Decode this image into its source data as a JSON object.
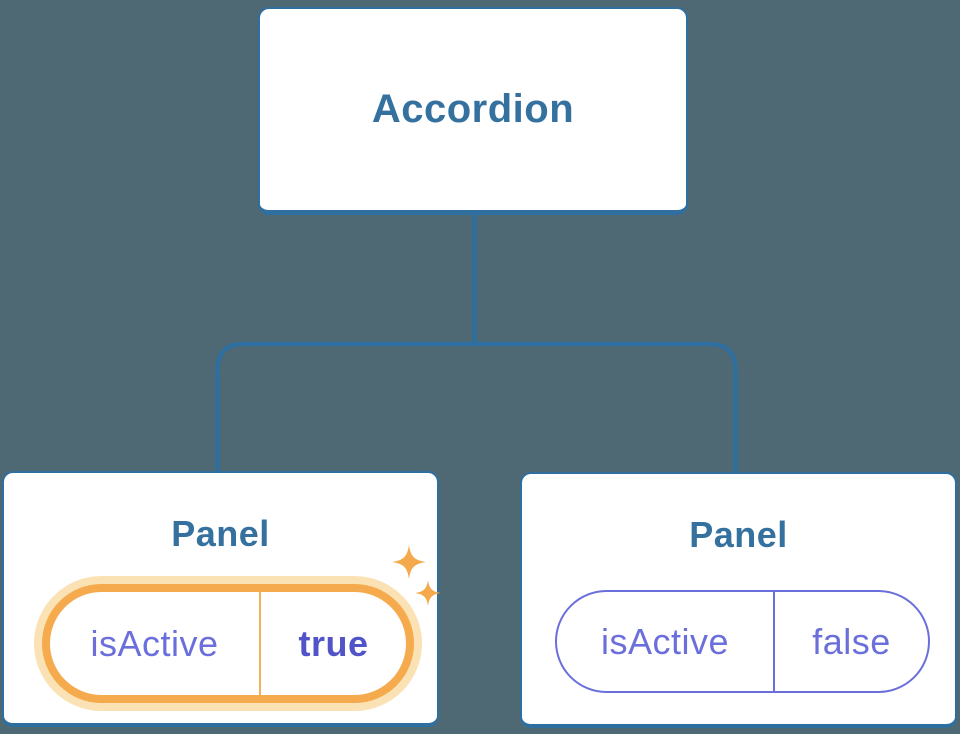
{
  "diagram": {
    "root_node": {
      "label": "Accordion"
    },
    "panels": [
      {
        "label": "Panel",
        "prop_name": "isActive",
        "prop_value": "true",
        "highlighted": true
      },
      {
        "label": "Panel",
        "prop_name": "isActive",
        "prop_value": "false",
        "highlighted": false
      }
    ],
    "icons": {
      "highlight": "sparkles-icon"
    },
    "colors": {
      "background": "#4e6974",
      "node_border": "#2f6f9f",
      "node_fill": "#ffffff",
      "title_text": "#35719f",
      "state_text": "#6b6fdb",
      "state_value_active": "#5154c8",
      "highlight_border": "#f5ab4d",
      "highlight_glow": "#fbe2b4",
      "sparkle": "#f4a94c"
    }
  }
}
